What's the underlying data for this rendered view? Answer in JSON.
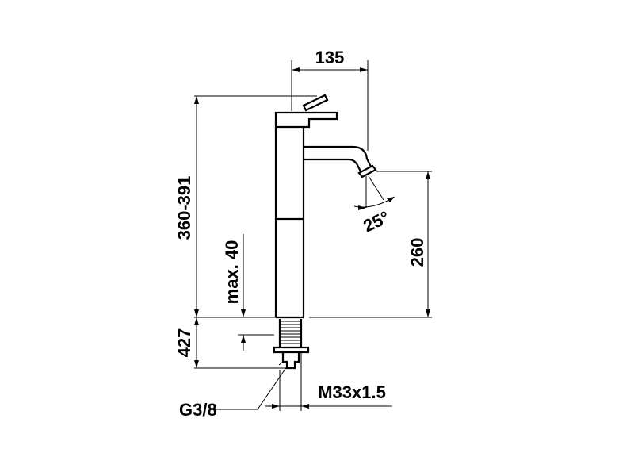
{
  "drawing": {
    "dimensions": {
      "spout_reach": "135",
      "total_height": "360-391",
      "spout_height": "260",
      "max_thickness": "max. 40",
      "shank_length": "427",
      "thread_size": "M33x1.5",
      "connection_size": "G3/8",
      "spout_angle": "25°"
    }
  }
}
